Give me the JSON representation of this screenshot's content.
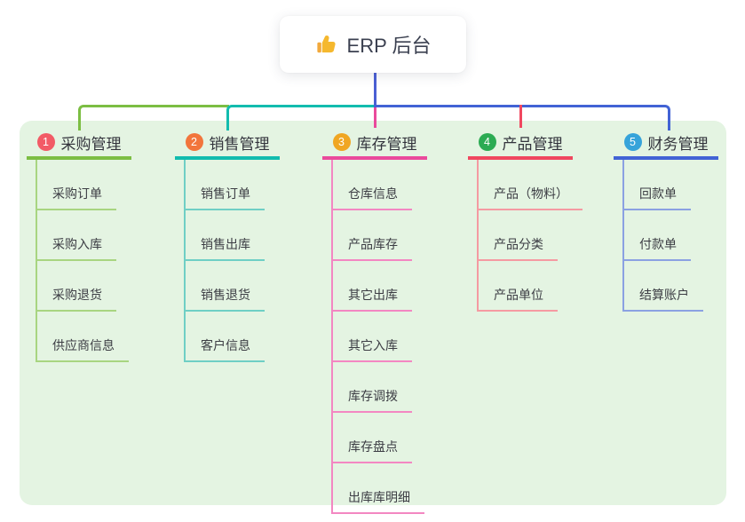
{
  "root": {
    "icon": "thumbs-up-icon",
    "label": "ERP 后台"
  },
  "panel_color": "#e4f4e2",
  "trunk_color": "#4a5fd4",
  "branches": [
    {
      "number": "1",
      "title": "采购管理",
      "badge_color": "#f25b66",
      "line_color": "#7cbe43",
      "child_line_color": "#a8d581",
      "children": [
        "采购订单",
        "采购入库",
        "采购退货",
        "供应商信息"
      ]
    },
    {
      "number": "2",
      "title": "销售管理",
      "badge_color": "#f2753c",
      "line_color": "#12bcae",
      "child_line_color": "#6fcfc5",
      "children": [
        "销售订单",
        "销售出库",
        "销售退货",
        "客户信息"
      ]
    },
    {
      "number": "3",
      "title": "库存管理",
      "badge_color": "#f0a622",
      "line_color": "#ea4a9c",
      "child_line_color": "#f387c2",
      "children": [
        "仓库信息",
        "产品库存",
        "其它出库",
        "其它入库",
        "库存调拨",
        "库存盘点",
        "出库库明细"
      ]
    },
    {
      "number": "4",
      "title": "产品管理",
      "badge_color": "#2cab53",
      "line_color": "#f0475f",
      "child_line_color": "#f59aa2",
      "children": [
        "产品（物料）",
        "产品分类",
        "产品单位"
      ]
    },
    {
      "number": "5",
      "title": "财务管理",
      "badge_color": "#36a3da",
      "line_color": "#4263d5",
      "child_line_color": "#8ba1e2",
      "children": [
        "回款单",
        "付款单",
        "结算账户"
      ]
    }
  ]
}
